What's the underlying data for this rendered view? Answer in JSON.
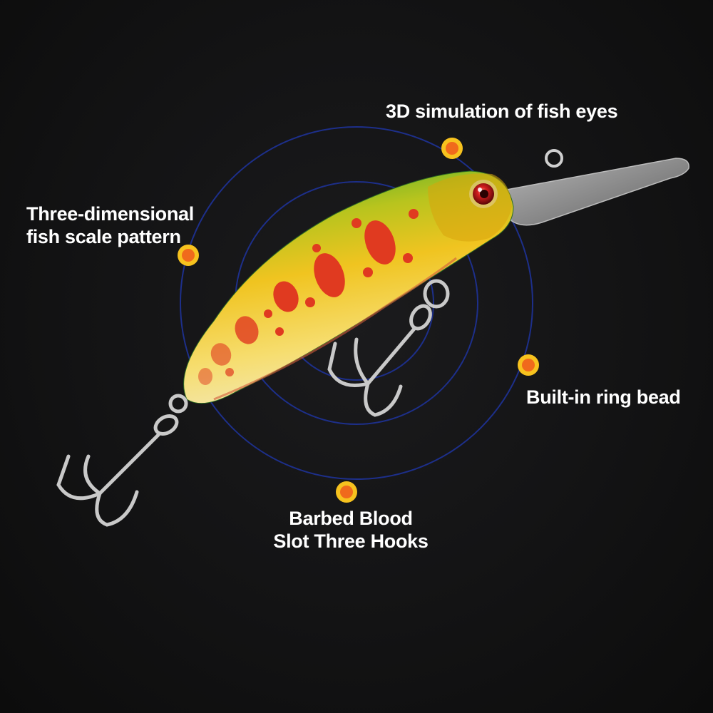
{
  "colors": {
    "background": "#131314",
    "ring": "#1d2f8a",
    "marker_outer": "#f7c21e",
    "marker_inner": "#f06a1c",
    "label_text": "#ffffff",
    "lure_body_top": "#3aa82f",
    "lure_body_mid": "#f0c420",
    "lure_body_belly": "#f3e6a8",
    "lure_spots": "#e03a20"
  },
  "icons": {
    "marker": "orange-dot-marker",
    "hook": "treble-hook-icon"
  },
  "features": {
    "eyes": {
      "label": "3D simulation of fish eyes"
    },
    "scale": {
      "line1": "Three-dimensional",
      "line2": "fish scale pattern"
    },
    "bead": {
      "label": "Built-in ring bead"
    },
    "hooks": {
      "line1": "Barbed Blood",
      "line2": "Slot Three Hooks"
    }
  }
}
